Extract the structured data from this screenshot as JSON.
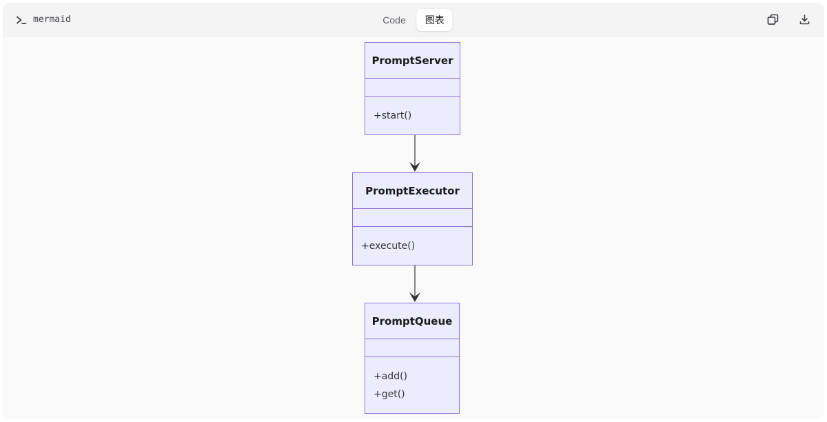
{
  "header": {
    "app_label": "mermaid",
    "app_icon": "terminal-icon",
    "tabs": [
      {
        "label": "Code",
        "active": false
      },
      {
        "label": "图表",
        "active": true
      }
    ],
    "actions": [
      {
        "icon": "copy-icon"
      },
      {
        "icon": "download-icon"
      }
    ]
  },
  "diagram": {
    "type": "class-diagram",
    "classes": [
      {
        "name": "PromptServer",
        "attributes": [],
        "methods": [
          "+start()"
        ]
      },
      {
        "name": "PromptExecutor",
        "attributes": [],
        "methods": [
          "+execute()"
        ]
      },
      {
        "name": "PromptQueue",
        "attributes": [],
        "methods": [
          "+add()",
          "+get()"
        ]
      }
    ],
    "edges": [
      {
        "from": "PromptServer",
        "to": "PromptExecutor"
      },
      {
        "from": "PromptExecutor",
        "to": "PromptQueue"
      }
    ],
    "colors": {
      "node_fill": "#ECECFF",
      "node_stroke": "#9370DB",
      "edge_stroke": "#333333",
      "text": "#333333"
    }
  }
}
